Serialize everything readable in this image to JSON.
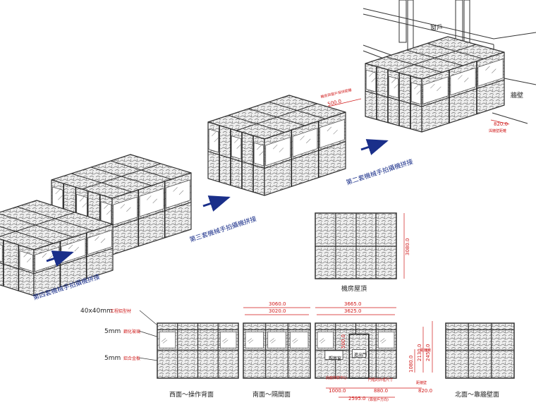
{
  "steps": {
    "step2": "第二套機械手拍攝機拼接",
    "step3": "第三套機械手拍攝機拼接",
    "step4": "第四套機械手拍攝機拼接"
  },
  "context": {
    "window_label": "窗戶",
    "wall_label": "牆壁",
    "clearance_window": "500.0",
    "clearance_window_note": "機房與窗戶保持距離",
    "clearance_wall": "820.0",
    "clearance_wall_note": "與牆壁距離"
  },
  "roof": {
    "title": "機房屋頂",
    "height": "3080.0"
  },
  "material_callouts": [
    {
      "size": "40x40mm",
      "text": "工程鋁型材"
    },
    {
      "size": "5mm",
      "text": "鋼化玻璃"
    },
    {
      "size": "5mm",
      "text": "鋁合金板"
    }
  ],
  "elevations": {
    "west": "西面～操作背面",
    "south": "南面～隔間面",
    "north": "北面～靠牆壁面"
  },
  "south_dims": {
    "outer": "3060.0",
    "inner": "3020.0"
  },
  "east_dims": {
    "outer": "3665.0",
    "inner": "3625.0",
    "window_left": "1000.0",
    "left_note": "此面安裝中心",
    "window_label": "觀察窗",
    "door_label": "進出門",
    "door_width": "880.0",
    "door_note": "門框的外框尺寸",
    "right_seg": "820.0",
    "right_note": "距牆壁",
    "total": "2595.0",
    "total_note": "(靠窗戶方向)",
    "h_total": "2450.0",
    "h_door": "2130.0",
    "h_panel": "1080.0",
    "upper": "500.0",
    "h_note": "距離地"
  }
}
